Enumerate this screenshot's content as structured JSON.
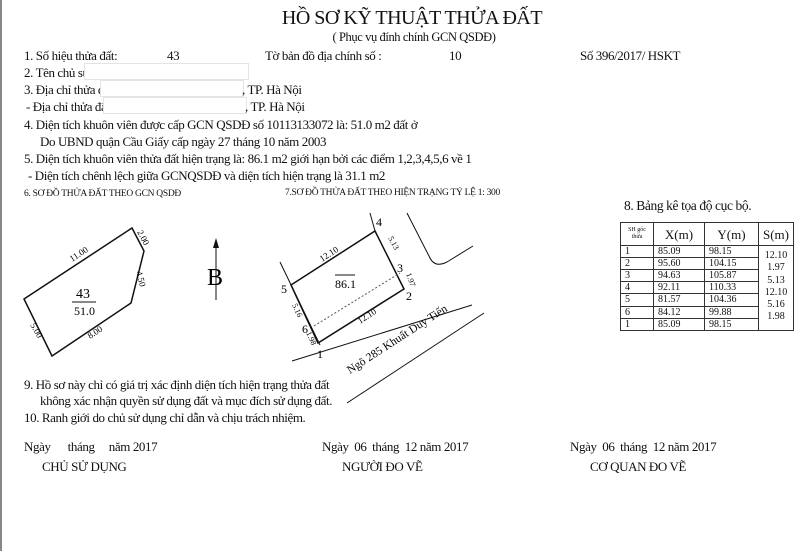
{
  "header": {
    "title": "HỒ SƠ KỸ THUẬT THỬA ĐẤT",
    "subtitle": "( Phục vụ đính chính GCN QSDĐ)"
  },
  "item1": {
    "label": "1. Số hiệu thửa đất:",
    "parcel_no": "43",
    "map_label": "Tờ bản đồ địa chính số :",
    "map_no": "10",
    "record_no": "Số 396/2017/ HSKT"
  },
  "item2": {
    "label": "2. Tên chủ sử dụng:"
  },
  "item3": {
    "label_old": "3. Địa chỉ thửa đất(cũ) :",
    "suffix_old": ", TP. Hà Nội",
    "label_new": "- Địa chỉ thửa đất( mới) :",
    "suffix_new": ", TP. Hà Nội"
  },
  "item4": {
    "line1": "4. Diện tích khuôn viên được cấp GCN QSDĐ số 10113133072 là: 51.0 m2 đất ở",
    "line2": "Do UBND quận Cầu Giấy cấp ngày 27 tháng 10 năm 2003"
  },
  "item5": {
    "line1": "5. Diện tích khuôn viên thửa đất hiện trạng là: 86.1 m2 giới hạn bởi các điểm 1,2,3,4,5,6 về 1",
    "line2": "- Diện tích chênh lệch giữa GCNQSDĐ và diện tích hiện trạng là 31.1 m2"
  },
  "section6": {
    "heading": "6. SƠ ĐỒ THỬA ĐẤT THEO GCN QSDĐ",
    "parcel": "43",
    "area": "51.0",
    "edges": [
      "11.00",
      "2.00",
      "4.50",
      "8.00",
      "5.00"
    ]
  },
  "north": {
    "label": "B"
  },
  "section7": {
    "heading": "7.SƠ ĐỒ THỬA ĐẤT THEO HIỆN TRẠNG TỶ LỆ 1: 300",
    "area": "86.1",
    "points": [
      "1",
      "2",
      "3",
      "4",
      "5",
      "6"
    ],
    "edges": {
      "top": "12.10",
      "bottom": "12.10",
      "e34": "5.13",
      "e23": "1.97",
      "e56": "5.16",
      "e61": "1.98"
    },
    "road": "Ngõ 285 Khuất Duy Tiến"
  },
  "section8": {
    "heading": "8. Bảng kê tọa độ cục bộ.",
    "columns": [
      "SH góc thửa",
      "X(m)",
      "Y(m)",
      "S(m)"
    ],
    "rows": [
      [
        "1",
        "85.09",
        "98.15"
      ],
      [
        "2",
        "95.60",
        "104.15"
      ],
      [
        "3",
        "94.63",
        "105.87"
      ],
      [
        "4",
        "92.11",
        "110.33"
      ],
      [
        "5",
        "81.57",
        "104.36"
      ],
      [
        "6",
        "84.12",
        "99.88"
      ],
      [
        "1",
        "85.09",
        "98.15"
      ]
    ],
    "s_values": [
      "12.10",
      "1.97",
      "5.13",
      "12.10",
      "5.16",
      "1.98"
    ]
  },
  "notes": {
    "n9a": "9. Hồ sơ này chỉ có giá trị xác định diện tích hiện trạng thửa đất",
    "n9b": "không xác nhận quyền sử dụng đất và mục đích sử dụng đất.",
    "n10": "10. Ranh giới do chủ sử dụng chỉ dẫn và chịu trách nhiệm."
  },
  "signatures": [
    {
      "date": "Ngày      tháng     năm 2017",
      "role": "CHỦ SỬ DỤNG"
    },
    {
      "date": "Ngày  06  tháng  12 năm 2017",
      "role": "NGƯỜI ĐO VẼ"
    },
    {
      "date": "Ngày  06  tháng  12 năm 2017",
      "role": "CƠ QUAN ĐO VẼ"
    }
  ]
}
